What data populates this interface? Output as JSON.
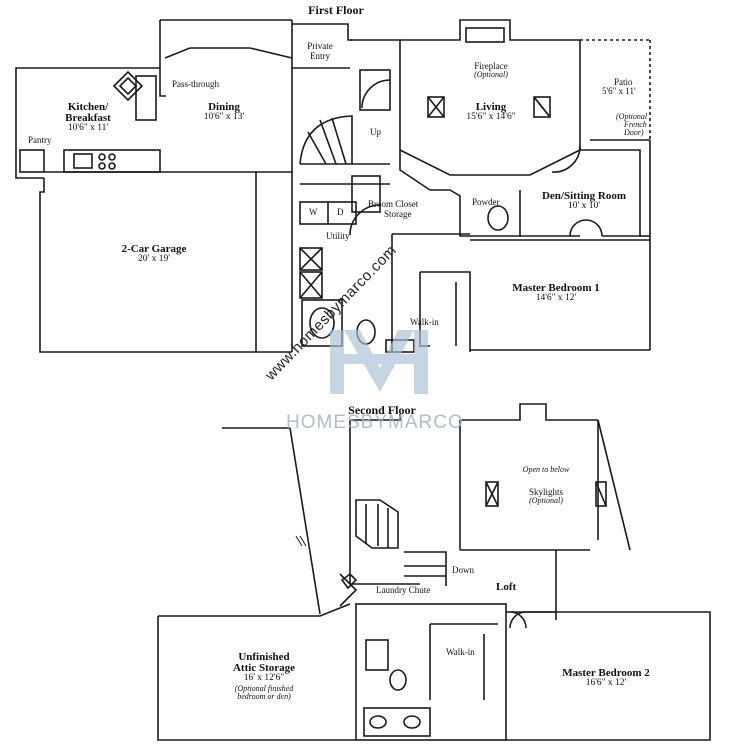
{
  "first_floor": {
    "title": "First Floor",
    "rooms": {
      "kitchen": {
        "name_line1": "Kitchen/",
        "name_line2": "Breakfast",
        "dims": "10'6\" x 11'"
      },
      "dining": {
        "name": "Dining",
        "dims": "10'6\" x 13'"
      },
      "living": {
        "name": "Living",
        "dims": "15'6\" x 14'6\""
      },
      "garage": {
        "name": "2-Car Garage",
        "dims": "20' x 19'"
      },
      "den": {
        "name": "Den/Sitting Room",
        "dims": "10' x 10'"
      },
      "master1": {
        "name": "Master Bedroom 1",
        "dims": "14'6\" x 12'"
      },
      "patio": {
        "name": "Patio",
        "dims": "5'6\" x 11'"
      }
    },
    "labels": {
      "pass_through": "Pass-through",
      "private_entry_l1": "Private",
      "private_entry_l2": "Entry",
      "pantry": "Pantry",
      "up": "Up",
      "fireplace": "Fireplace",
      "fireplace_optional": "(Optional)",
      "french_door_l1": "(Optional",
      "french_door_l2": "French",
      "french_door_l3": "Door)",
      "broom_closet": "Broom Closet",
      "storage": "Storage",
      "utility": "Utility",
      "powder": "Powder",
      "walk_in": "Walk-in",
      "washer": "W",
      "dryer": "D"
    }
  },
  "second_floor": {
    "title": "Second Floor",
    "rooms": {
      "attic": {
        "name_line1": "Unfinished",
        "name_line2": "Attic Storage",
        "dims": "16' x 12'6\"",
        "note_l1": "(Optional finished",
        "note_l2": "bedroom or den)"
      },
      "loft": {
        "name": "Loft"
      },
      "master2": {
        "name": "Master Bedroom 2",
        "dims": "16'6\" x 12'"
      }
    },
    "labels": {
      "open_to_below": "Open to below",
      "skylights": "Skylights",
      "skylights_optional": "(Optional)",
      "down": "Down",
      "laundry_chute": "Laundry Chute",
      "walk_in": "Walk-in"
    }
  },
  "watermark": {
    "url": "www.homesbymarco.com",
    "brand": "HOMESBYMARCO"
  },
  "colors": {
    "line": "#1a1a1a",
    "watermark": "#9fb3c8",
    "background": "#ffffff"
  }
}
